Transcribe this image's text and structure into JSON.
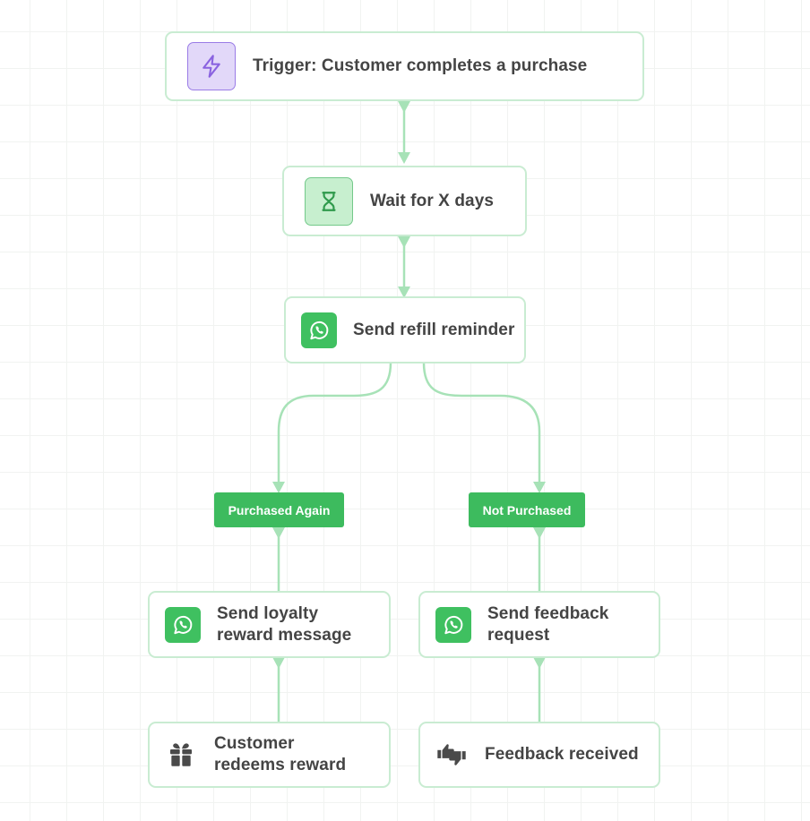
{
  "nodes": {
    "trigger": {
      "label": "Trigger: Customer completes a purchase",
      "icon": "lightning-icon"
    },
    "wait": {
      "label": "Wait for X days",
      "icon": "hourglass-icon"
    },
    "refill": {
      "label": "Send refill reminder",
      "icon": "whatsapp-icon"
    },
    "loyalty": {
      "label_line1": "Send loyalty",
      "label_line2": "reward message",
      "icon": "whatsapp-icon"
    },
    "feedback_request": {
      "label_line1": "Send feedback",
      "label_line2": "request",
      "icon": "whatsapp-icon"
    },
    "redeem": {
      "label_line1": "Customer",
      "label_line2": "redeems reward",
      "icon": "gift-icon"
    },
    "feedback_received": {
      "label": "Feedback received",
      "icon": "thumbs-icon"
    }
  },
  "branches": {
    "purchased_again": "Purchased Again",
    "not_purchased": "Not Purchased"
  },
  "colors": {
    "connector": "#a7e2b7",
    "node_border": "#c9ecd2",
    "pill": "#3dbb5e",
    "whatsapp": "#3fc060",
    "trigger_icon": "#8a63e0"
  }
}
